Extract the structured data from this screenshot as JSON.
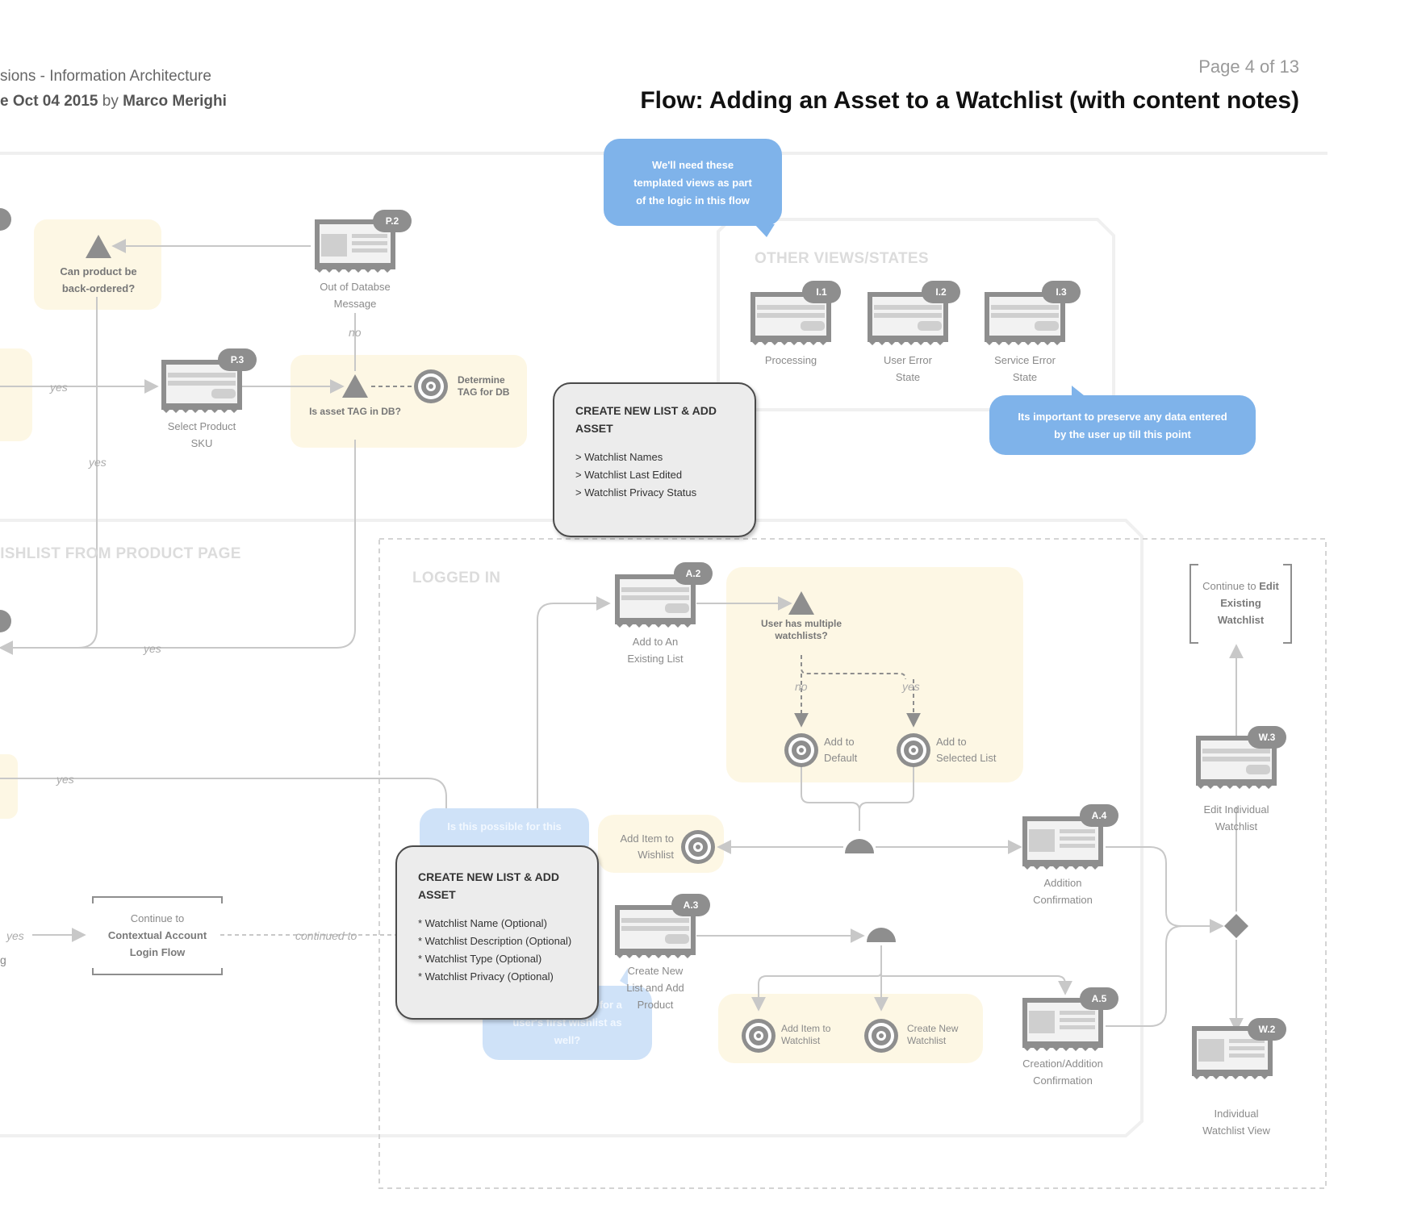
{
  "header": {
    "doc_title": "sions - Information Architecture",
    "date_prefix": "e Oct 04 2015",
    "date_by": "by",
    "author": "Marco Merighi",
    "page": "Page 4 of 13",
    "flow_title": "Flow: Adding an Asset to a Watchlist  (with content notes)"
  },
  "sections": {
    "other_views": "OTHER VIEWS/STATES",
    "wishlist": "WISHLIST FROM PRODUCT PAGE",
    "logged_in": "LOGGED IN"
  },
  "bubbles": {
    "templated": [
      "We'll need these",
      "templated views as part",
      "of the logic in this flow"
    ],
    "preserve": [
      "Its important to preserve any data entered",
      "by the user up till this point"
    ],
    "possible": [
      "Is this possible for this",
      "..."
    ],
    "first_wishlist": [
      "Can this be used for a",
      "user's first wishlist as",
      "well?"
    ]
  },
  "cards": {
    "top": {
      "title": [
        "CREATE NEW LIST & ADD",
        "ASSET"
      ],
      "items": [
        "> Watchlist Names",
        "> Watchlist Last Edited",
        "> Watchlist Privacy Status"
      ]
    },
    "bottom": {
      "title": [
        "CREATE NEW LIST & ADD",
        "ASSET"
      ],
      "items": [
        "* Watchlist Name (Optional)",
        "* Watchlist Description (Optional)",
        "* Watchlist  Type (Optional)",
        "* Watchlist Privacy (Optional)"
      ]
    }
  },
  "screens": {
    "p2": {
      "tag": "P.2",
      "label": [
        "Out of Databse",
        "Message"
      ]
    },
    "p3": {
      "tag": "P.3",
      "label": [
        "Select Product",
        "SKU"
      ]
    },
    "i1": {
      "tag": "I.1",
      "label": [
        "Processing"
      ]
    },
    "i2": {
      "tag": "I.2",
      "label": [
        "User Error",
        "State"
      ]
    },
    "i3": {
      "tag": "I.3",
      "label": [
        "Service Error",
        "State"
      ]
    },
    "a2": {
      "tag": "A.2",
      "label": [
        "Add to An",
        "Existing List"
      ]
    },
    "a3": {
      "tag": "A.3",
      "label": [
        "Create New",
        "List and Add",
        "Product"
      ]
    },
    "a4": {
      "tag": "A.4",
      "label": [
        "Addition",
        "Confirmation"
      ]
    },
    "a5": {
      "tag": "A.5",
      "label": [
        "Creation/Addition",
        "Confirmation"
      ]
    },
    "w3": {
      "tag": "W.3",
      "label": [
        "Edit Individual",
        "Watchlist"
      ]
    },
    "w2": {
      "tag": "W.2",
      "label": [
        "Individual",
        "Watchlist View"
      ]
    }
  },
  "decisions": {
    "backorder": [
      "Can product be",
      "back-ordered?"
    ],
    "tag_in_db": "Is asset TAG in DB?",
    "multiple": [
      "User has multiple",
      "watchlists?"
    ]
  },
  "processes": {
    "determine_tag": [
      "Determine",
      "TAG for DB"
    ],
    "add_default": [
      "Add to",
      "Default"
    ],
    "add_selected": [
      "Add to",
      "Selected List"
    ],
    "add_item_wishlist": [
      "Add Item to",
      "Wishlist"
    ],
    "add_item_watchlist": [
      "Add Item to",
      "Watchlist"
    ],
    "create_new_watchlist": [
      "Create New",
      "Watchlist"
    ]
  },
  "brackets": {
    "login": {
      "line1": "Continue to",
      "line2": "Contextual Account",
      "line3": "Login Flow"
    },
    "edit": {
      "line1": "Continue to ",
      "bold1": "Edit",
      "line2": "Existing",
      "line3": "Watchlist"
    }
  },
  "edge_labels": {
    "no_top": "no",
    "yes_left": "yes",
    "yes_mid": "yes",
    "yes_bottom": "yes",
    "yes_mid2": "yes",
    "yes_login": "yes",
    "continued_to": "continued to",
    "no_multi": "no",
    "yes_multi": "yes",
    "cut_g": "g"
  },
  "colors": {
    "accent_blue": "#7fb3ea",
    "zone_yellow": "#fdf7e4",
    "line_gray": "#c8c8c8",
    "icon_gray": "#8e8e8e"
  }
}
